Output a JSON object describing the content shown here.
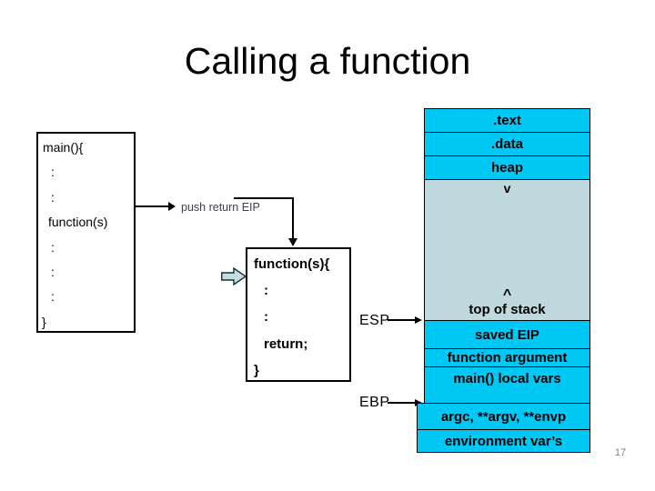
{
  "slide": {
    "title": "Calling a function",
    "page_number": "17"
  },
  "colors": {
    "row_fill": "#00c8f5",
    "free_fill": "#bfd9de"
  },
  "main_box": {
    "lines": [
      "main(){",
      ":",
      ":",
      "function(s)",
      ":",
      ":",
      ":",
      "}"
    ]
  },
  "call_label": "push return EIP",
  "function_box": {
    "lines": [
      "function(s){",
      ":",
      ":",
      "return;",
      "}"
    ]
  },
  "registers": {
    "esp": "ESP",
    "ebp": "EBP"
  },
  "memory_map": {
    "segments": [
      ".text",
      ".data",
      "heap"
    ],
    "free_region": {
      "heap_growth": "v",
      "stack_growth": "^",
      "label": "top of stack"
    },
    "stack_rows": [
      "saved EIP",
      "function argument",
      "main() local vars",
      "argc, **argv, **envp",
      "environment var’s"
    ]
  }
}
